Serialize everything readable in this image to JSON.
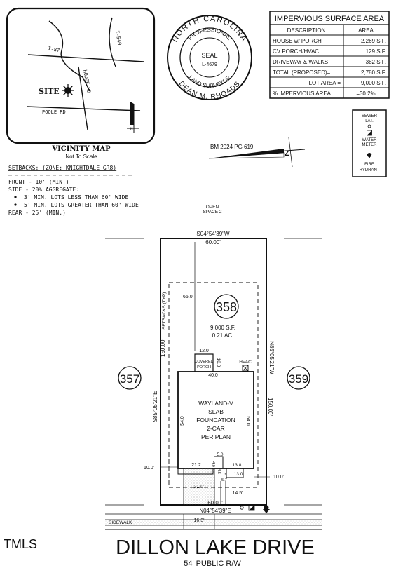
{
  "vicinity": {
    "title": "VICINITY MAP",
    "subtitle": "Not To Scale",
    "roads": {
      "i87": "I-87",
      "i540": "I-540",
      "hodge": "HODGE RD",
      "poole": "POOLE RD"
    },
    "site_label": "SITE",
    "north": "N"
  },
  "seal": {
    "outer_text": "NORTH CAROLINA",
    "inner_top": "PROFESSIONAL",
    "inner_bottom": "LAND SURVEYOR",
    "center": "SEAL",
    "license": "L-4679",
    "name": "DEAN M. RHOADS"
  },
  "impervious": {
    "title": "IMPERVIOUS SURFACE AREA",
    "headers": [
      "DESCRIPTION",
      "AREA"
    ],
    "rows": [
      [
        "HOUSE w/ PORCH",
        "2,269 S.F."
      ],
      [
        "CV PORCH/HVAC",
        "129 S.F."
      ],
      [
        "DRIVEWAY & WALKS",
        "382 S.F."
      ],
      [
        "TOTAL (PROPOSED)=",
        "2,780 S.F."
      ],
      [
        "LOT AREA =",
        "9,000 S.F."
      ],
      [
        "% IMPERVIOUS AREA",
        "=30.2%"
      ]
    ]
  },
  "legend": {
    "sewer": "SEWER",
    "lat": "LAT.",
    "water": "WATER",
    "meter": "METER",
    "fire": "FIRE",
    "hydrant": "HYDRANT"
  },
  "benchmark": "BM 2024 PG 619",
  "setbacks": {
    "title": "SETBACKS: (ZONE: KNIGHTDALE GR8)",
    "front": "FRONT - 10' (MIN.)",
    "side": "SIDE - 20% AGGREGATE:",
    "side_a": "3' MIN. LOTS LESS THAN 60' WIDE",
    "side_b": "5' MIN. LOTS GREATER THAN 60' WIDE",
    "rear": "REAR - 25' (MIN.)"
  },
  "open_space": [
    "OPEN",
    "SPACE 2"
  ],
  "lot": {
    "number": "358",
    "area_sf": "9,000 S.F.",
    "area_ac": "0.21 AC.",
    "top_bearing": "S04°54'39\"W",
    "top_dist": "60.00'",
    "bottom_bearing": "N04°54'39\"E",
    "bottom_dist": "60.00'",
    "left_bearing": "S85°05'21\"E",
    "left_dist": "150.00'",
    "right_bearing": "N85°05'21\"W",
    "right_dist": "150.00'",
    "setbacks_typ": "SETBACKS (TYP)",
    "rear_dim": "65.0'",
    "neighbor_left": "357",
    "neighbor_right": "359"
  },
  "house": {
    "lines": [
      "WAYLAND-V",
      "SLAB",
      "FOUNDATION",
      "2-CAR",
      "PER PLAN"
    ],
    "width": "40.0",
    "left_depth": "54.0",
    "right_depth": "54.0",
    "porch_width": "12.0",
    "porch_depth": "10.0",
    "porch_label_1": "COVERED",
    "porch_label_2": "PORCH",
    "hvac": "HVAC",
    "dims": {
      "d212": "21.2",
      "d50": "5.0",
      "d138": "13.8",
      "d130": "13.0",
      "d40": "4.0",
      "d45": "4.5",
      "d57": "5.7",
      "d15": "1.5",
      "d210": "21.0'",
      "d145": "14.5'",
      "front_left": "10.0'",
      "front_right": "10.0'",
      "sidewalk_dim": "16.3'"
    }
  },
  "sidewalk": "SIDEWALK",
  "street": {
    "name": "DILLON LAKE DRIVE",
    "rw": "54' PUBLIC R/W"
  },
  "watermark": "TMLS"
}
